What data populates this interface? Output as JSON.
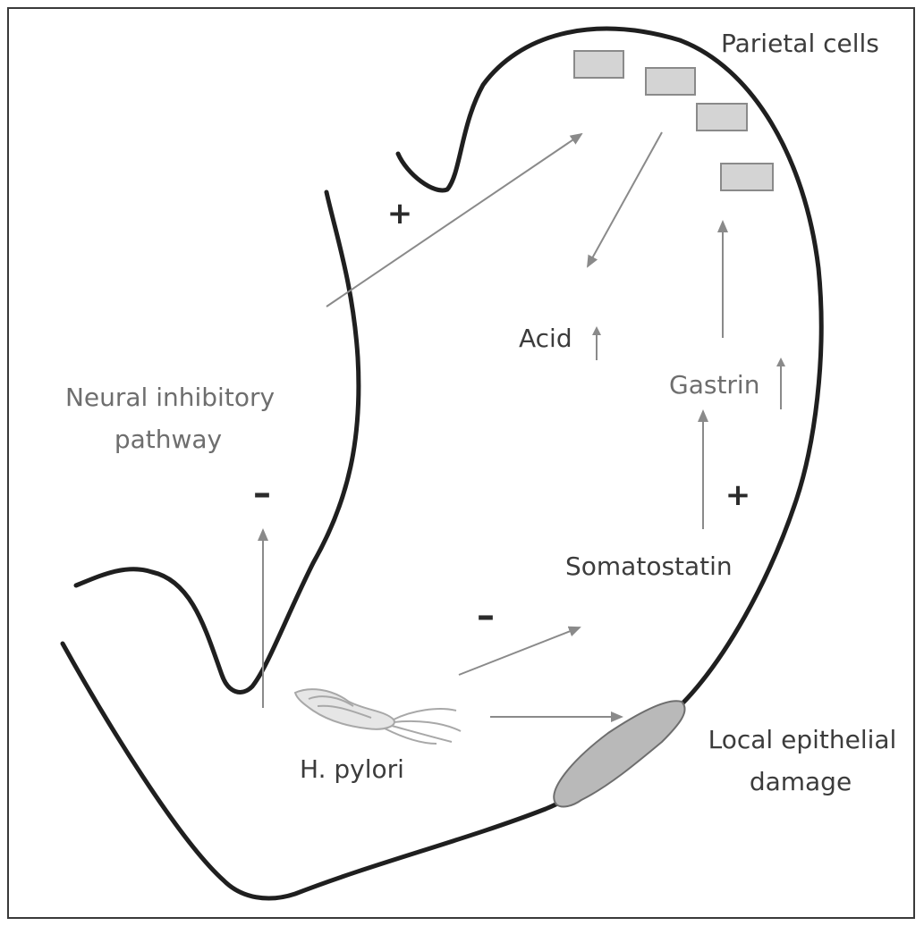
{
  "diagram": {
    "labels": {
      "parietal_cells": "Parietal cells",
      "acid": "Acid",
      "gastrin": "Gastrin",
      "somatostatin": "Somatostatin",
      "neural_line1": "Neural inhibitory",
      "neural_line2": "pathway",
      "h_pylori": "H. pylori",
      "local_line1": "Local epithelial",
      "local_line2": "damage"
    },
    "signs": {
      "neural_effect": "+",
      "neural_inhibition": "–",
      "somatostatin_to_gastrin": "+",
      "hpylori_to_somatostatin": "–"
    },
    "colors": {
      "outline": "#1f1f1f",
      "arrow": "#8a8a8a",
      "cell_fill": "#d4d4d4",
      "damage_fill": "#b9b9b9"
    }
  }
}
